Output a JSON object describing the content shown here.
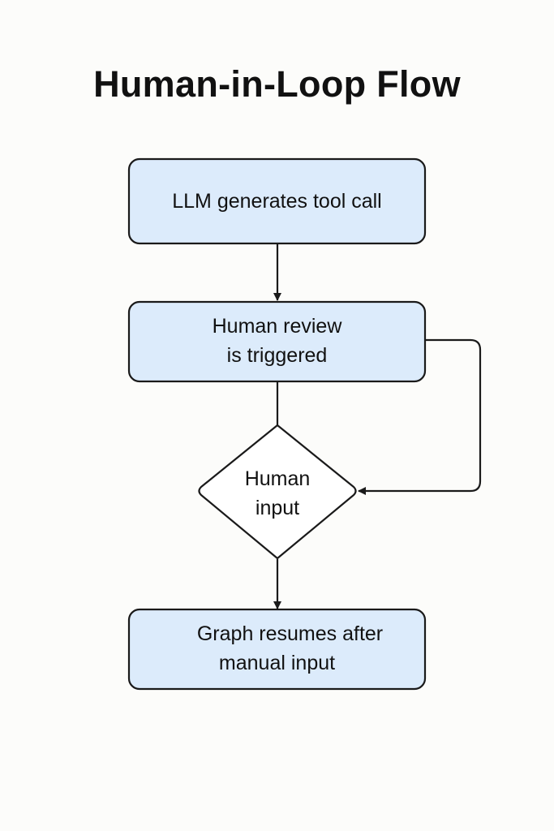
{
  "title": "Human-in-Loop Flow",
  "colors": {
    "box_fill": "#dcebfb",
    "stroke": "#1a1a1a",
    "diamond_fill": "#ffffff",
    "background": "#fcfcfa"
  },
  "nodes": [
    {
      "id": "llm",
      "type": "process",
      "lines": [
        "LLM generates tool call"
      ]
    },
    {
      "id": "review",
      "type": "process",
      "lines": [
        "Human review",
        "is triggered"
      ]
    },
    {
      "id": "input",
      "type": "decision",
      "lines": [
        "Human",
        "input"
      ]
    },
    {
      "id": "resume",
      "type": "process",
      "lines": [
        "Graph resumes after",
        "manual input"
      ]
    }
  ],
  "edges": [
    {
      "from": "llm",
      "to": "review",
      "arrow": true
    },
    {
      "from": "review",
      "to": "input",
      "arrow": false
    },
    {
      "from": "review",
      "to": "input",
      "route": "right-loop",
      "arrow": true
    },
    {
      "from": "input",
      "to": "resume",
      "arrow": true
    }
  ]
}
